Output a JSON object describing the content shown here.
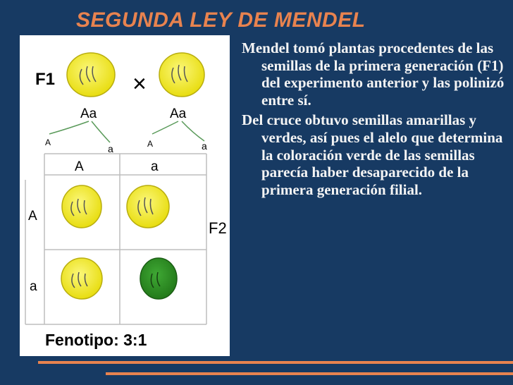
{
  "title": "SEGUNDA LEY DE MENDEL",
  "figure": {
    "f1_label": "F1",
    "cross_symbol": "×",
    "parent_left_genotype": "Aa",
    "parent_right_genotype": "Aa",
    "gamete_left_a_upper": "A",
    "gamete_left_a_lower": "a",
    "gamete_right_a_upper": "A",
    "gamete_right_a_lower": "a",
    "col_header_1": "A",
    "col_header_2": "a",
    "row_header_1": "A",
    "row_header_2": "a",
    "f2_label": "F2",
    "phenotype": "Fenotipo: 3:1",
    "colors": {
      "yellow_seed": "#f2ea1c",
      "green_seed": "#2f8f23"
    }
  },
  "paragraphs": [
    "Mendel tomó plantas procedentes de las semillas de la primera generación (F1) del experimento anterior  y las polinizó entre sí.",
    "Del cruce obtuvo semillas amarillas y verdes, así pues el alelo que determina la coloración verde de las semillas parecía haber desaparecido de la primera generación filial."
  ],
  "colors": {
    "background": "#173a63",
    "accent": "#e8834f",
    "text": "#f4f4f4"
  }
}
